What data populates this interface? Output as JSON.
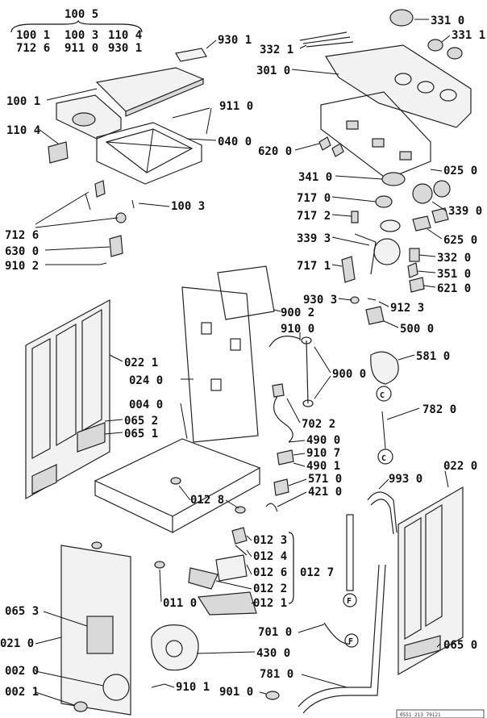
{
  "header": {
    "group_label": "100 5",
    "rows": [
      [
        "100 1",
        "100 3",
        "110 4"
      ],
      [
        "712 6",
        "911 0",
        "930 1"
      ]
    ]
  },
  "labels": {
    "l930_1": "930 1",
    "l332_1": "332 1",
    "l331_0": "331 0",
    "l331_1": "331 1",
    "l301_0": "301 0",
    "l100_1": "100 1",
    "l911_0": "911 0",
    "l110_4": "110 4",
    "l040_0": "040 0",
    "l620_0": "620 0",
    "l025_0": "025 0",
    "l341_0": "341 0",
    "l717_0": "717 0",
    "l339_0": "339 0",
    "l100_3": "100 3",
    "l717_2": "717 2",
    "l712_6": "712 6",
    "l625_0": "625 0",
    "l339_3": "339 3",
    "l630_0": "630 0",
    "l332_0": "332 0",
    "l910_2": "910 2",
    "l717_1": "717 1",
    "l351_0": "351 0",
    "l621_0": "621 0",
    "l930_3": "930 3",
    "l912_3": "912 3",
    "l900_2": "900 2",
    "l500_0": "500 0",
    "l910_0": "910 0",
    "l022_1": "022 1",
    "l581_0": "581 0",
    "l024_0": "024 0",
    "l900_0": "900 0",
    "l004_0": "004 0",
    "l782_0": "782 0",
    "l065_2": "065 2",
    "l065_1": "065 1",
    "l702_2": "702 2",
    "l490_0": "490 0",
    "l910_7": "910 7",
    "l490_1": "490 1",
    "l022_0": "022 0",
    "l993_0": "993 0",
    "l571_0": "571 0",
    "l421_0": "421 0",
    "l012_8": "012 8",
    "l012_3": "012 3",
    "l012_4": "012 4",
    "l012_6": "012 6",
    "l012_7": "012 7",
    "l012_2": "012 2",
    "l012_1": "012 1",
    "l011_0": "011 0",
    "l065_3": "065 3",
    "l021_0": "021 0",
    "l701_0": "701 0",
    "l065_0": "065 0",
    "l430_0": "430 0",
    "l002_0": "002 0",
    "l781_0": "781 0",
    "l002_1": "002 1",
    "l910_1": "910 1",
    "l901_0": "901 0"
  },
  "markers": {
    "c_top": "C",
    "c_bottom": "C",
    "f_left": "F",
    "f_right": "F"
  },
  "footer": {
    "code": "0551 213 79121"
  }
}
